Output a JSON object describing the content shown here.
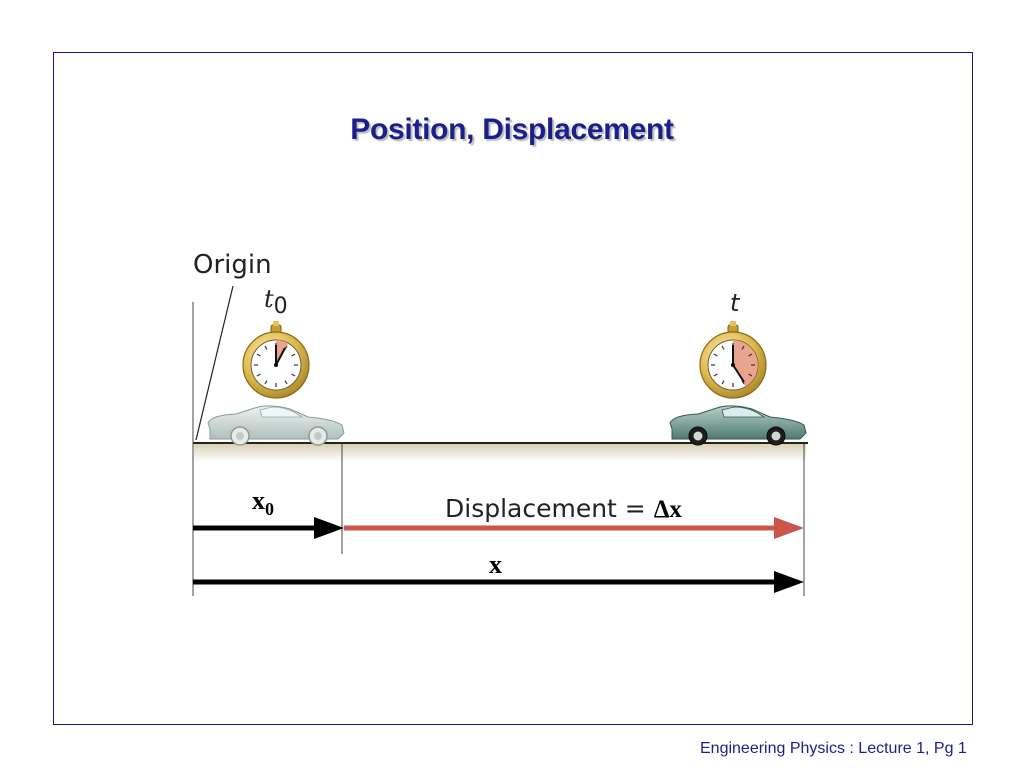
{
  "slide": {
    "title": "Position, Displacement",
    "footer": "Engineering Physics : Lecture 1, Pg 1"
  },
  "diagram": {
    "origin_label": "Origin",
    "start_time_label": {
      "base": "t",
      "subscript": "0"
    },
    "end_time_label": "t",
    "initial_position_label": {
      "base": "x",
      "subscript": "0"
    },
    "displacement_label": {
      "prefix": "Displacement = ",
      "symbol": "Δx"
    },
    "final_position_label": "x",
    "colors": {
      "title": "#1b1f8c",
      "displacement_arrow": "#c8574a",
      "position_arrows": "#000000",
      "stopwatch_case": "#d9b54a",
      "car_start": "#c9d6d3",
      "car_end": "#6f9a90"
    }
  }
}
